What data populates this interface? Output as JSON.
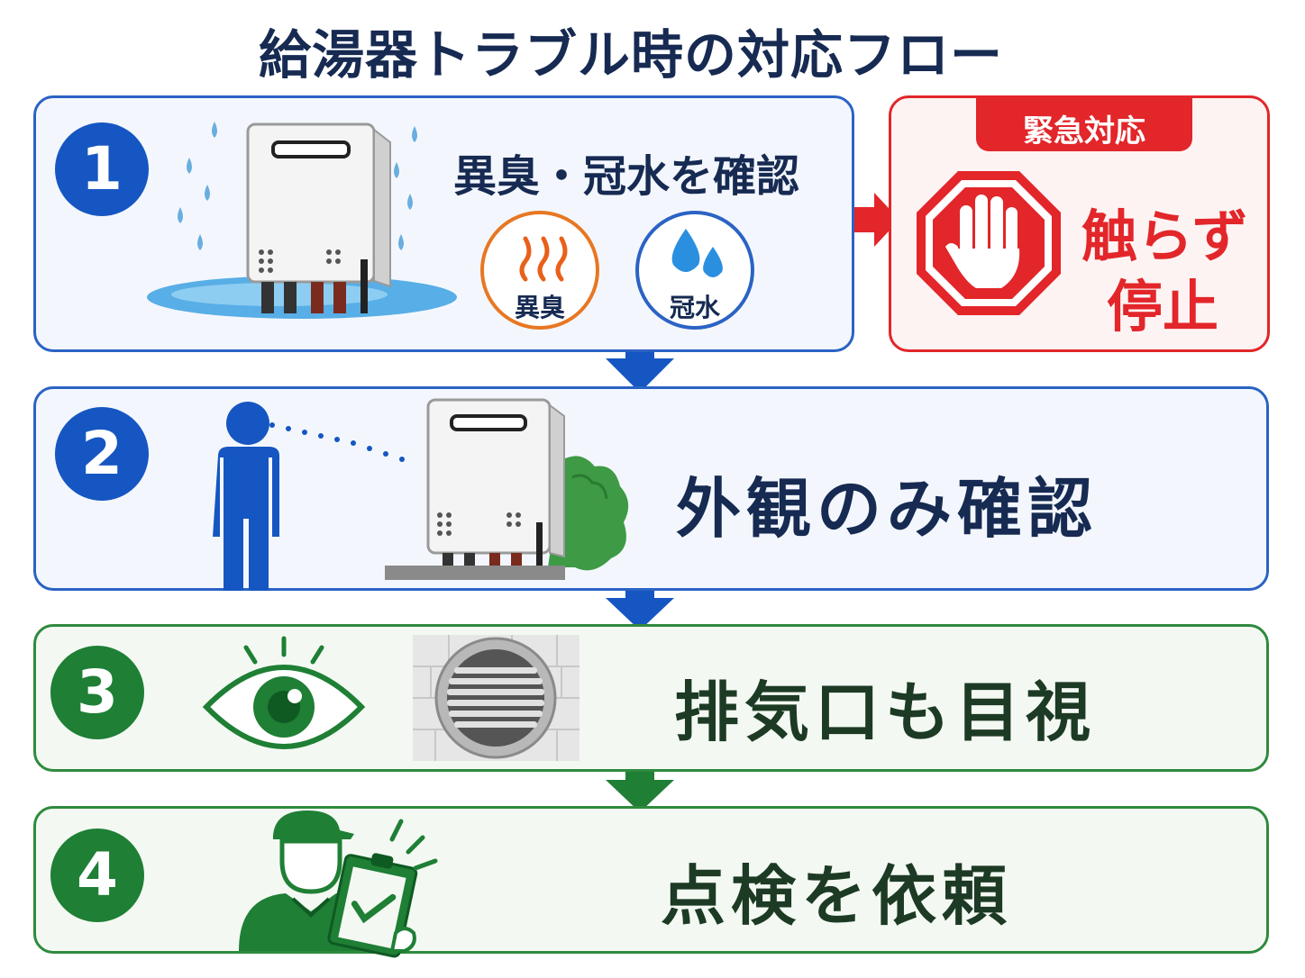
{
  "title": "給湯器トラブル時の対応フロー",
  "steps": [
    {
      "number": "1",
      "label": "異臭・冠水を確認",
      "icons": [
        {
          "label": "異臭",
          "icon": "heat-smell-icon"
        },
        {
          "label": "冠水",
          "icon": "water-drops-icon"
        }
      ]
    },
    {
      "number": "2",
      "label": "外観のみ確認"
    },
    {
      "number": "3",
      "label": "排気口も目視"
    },
    {
      "number": "4",
      "label": "点検を依頼"
    }
  ],
  "emergency": {
    "header": "緊急対応",
    "line1": "触らず",
    "line2": "停止",
    "icon": "stop-hand-icon"
  },
  "colors": {
    "blue": "#1656c2",
    "green": "#1e7f35",
    "red": "#e2262a",
    "navy": "#162a52",
    "orange": "#e87722"
  }
}
